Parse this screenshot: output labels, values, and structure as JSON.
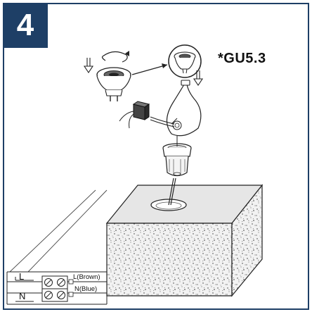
{
  "step": {
    "number": "4"
  },
  "bulb": {
    "type_label": "*GU5.3"
  },
  "wiring": {
    "live_letter": "L",
    "neutral_letter": "N",
    "live_wire": "L(Brown)",
    "neutral_wire": "N(Blue)"
  },
  "colors": {
    "frame": "#1e3f66",
    "badge": "#1e3f66",
    "line": "#222222",
    "concrete": "#e9e9e9"
  },
  "icons": [
    "rotate-arrow-icon",
    "down-arrow-icon",
    "terminal-screw-icon"
  ]
}
